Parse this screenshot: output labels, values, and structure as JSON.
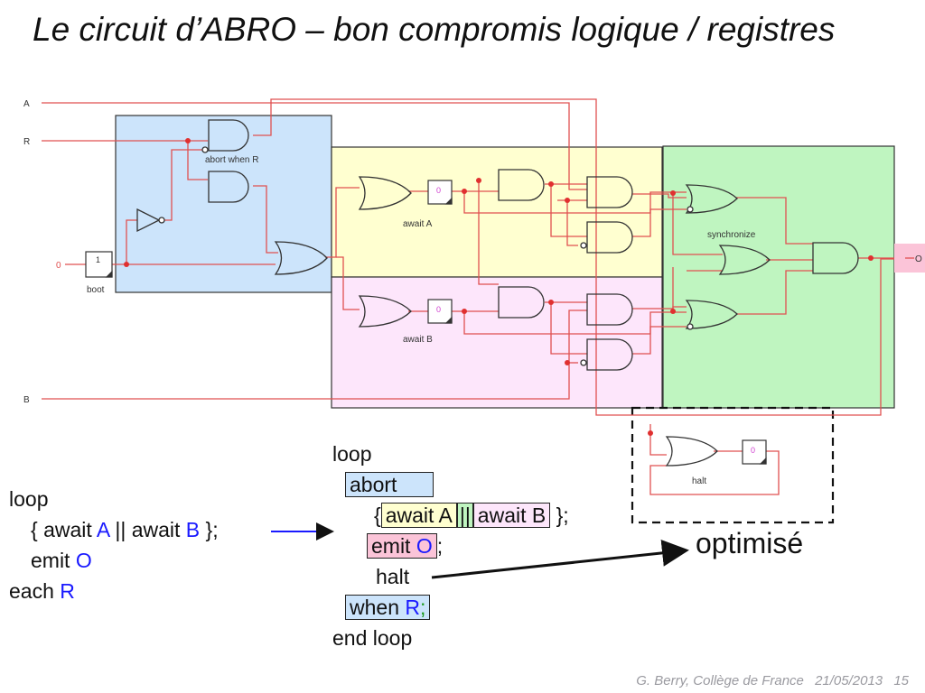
{
  "title": "Le circuit d’ABRO – bon compromis logique / registres",
  "circuit": {
    "inputs": {
      "a": "A",
      "r": "R",
      "b": "B",
      "zero": "0"
    },
    "output": "O",
    "boot_label": "boot",
    "boot_value": "1",
    "reg_value": "0",
    "labels": {
      "abort_when_r": "abort when R",
      "await_a": "await A",
      "await_b": "await B",
      "synchronize": "synchronize",
      "halt": "halt"
    },
    "colors": {
      "abort_region": "#cce4fb",
      "await_a_region": "#ffffd0",
      "await_b_region": "#fde6fb",
      "sync_region": "#bff5c0",
      "output_region": "#fbc4d8",
      "wire": "#e05050"
    }
  },
  "left_code": {
    "line1": "loop",
    "line2_a": "{ await ",
    "line2_b": "A",
    "line2_c": " || await ",
    "line2_d": "B",
    "line2_e": " };",
    "line3_a": "emit ",
    "line3_b": "O",
    "line4_a": "each ",
    "line4_b": "R"
  },
  "right_code": {
    "loop": "loop",
    "abort": "abort",
    "open_brace": "{",
    "await_a": "await A",
    "par": "||",
    "await_b": "await B",
    "close": "};",
    "emit": "emit ",
    "emit_o": "O",
    "semicolon": ";",
    "halt": "halt",
    "when": "when ",
    "when_r": "R",
    "when_semicolon": ";",
    "end_loop": "end loop"
  },
  "optimise_label": "optimisé",
  "footer": {
    "author": "G. Berry, Collège de France",
    "date": "21/05/2013",
    "page": "15"
  }
}
